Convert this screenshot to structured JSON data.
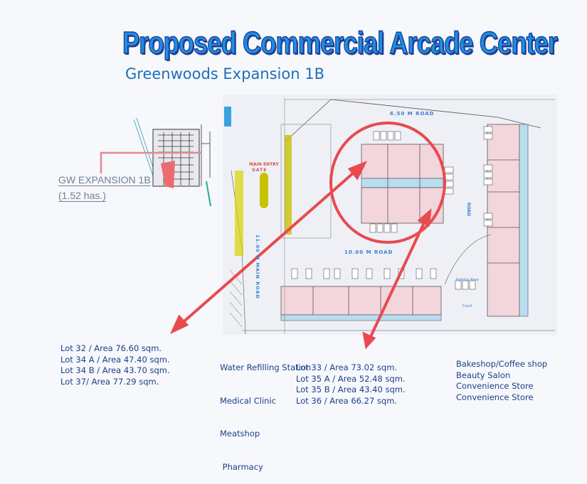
{
  "header": {
    "title": "Proposed Commercial Arcade Center",
    "subtitle": "Greenwoods Expansion 1B"
  },
  "inset": {
    "label": "GW EXPANSION 1B",
    "area": "(1.52 has.)"
  },
  "site_plan": {
    "road_top": "6.50 M    ROAD",
    "road_middle": "10.00 M    ROAD",
    "main_road": "11.00 M  MAIN  ROAD",
    "gate": "MAIN ENTRY",
    "gate2": "GATE",
    "parking": "Parking Area",
    "court": "Court",
    "road_right": "ROAD"
  },
  "lots_left": [
    "Lot 32 / Area 76.60 sqm.",
    "Lot 34 A / Area 47.40 sqm.",
    "Lot 34 B / Area 43.70 sqm.",
    "Lot 37/ Area 77.29 sqm."
  ],
  "businesses_left": [
    "Water Refilling Station",
    "Medical Clinic",
    "Meatshop",
    " Pharmacy"
  ],
  "lots_right": [
    "Lot 33 / Area 73.02 sqm.",
    "Lot 35 A / Area 52.48 sqm.",
    "Lot 35 B / Area 43.40 sqm.",
    "Lot 36 / Area 66.27 sqm."
  ],
  "businesses_right": [
    "Bakeshop/Coffee shop",
    "Beauty Salon",
    "Convenience Store",
    "Convenience Store"
  ],
  "colors": {
    "title": "#1f8fe0",
    "text": "#1c3f8c",
    "highlight": "#e84a4f",
    "lot_fill": "#f3d6dc",
    "walkway": "#b9dcef"
  }
}
